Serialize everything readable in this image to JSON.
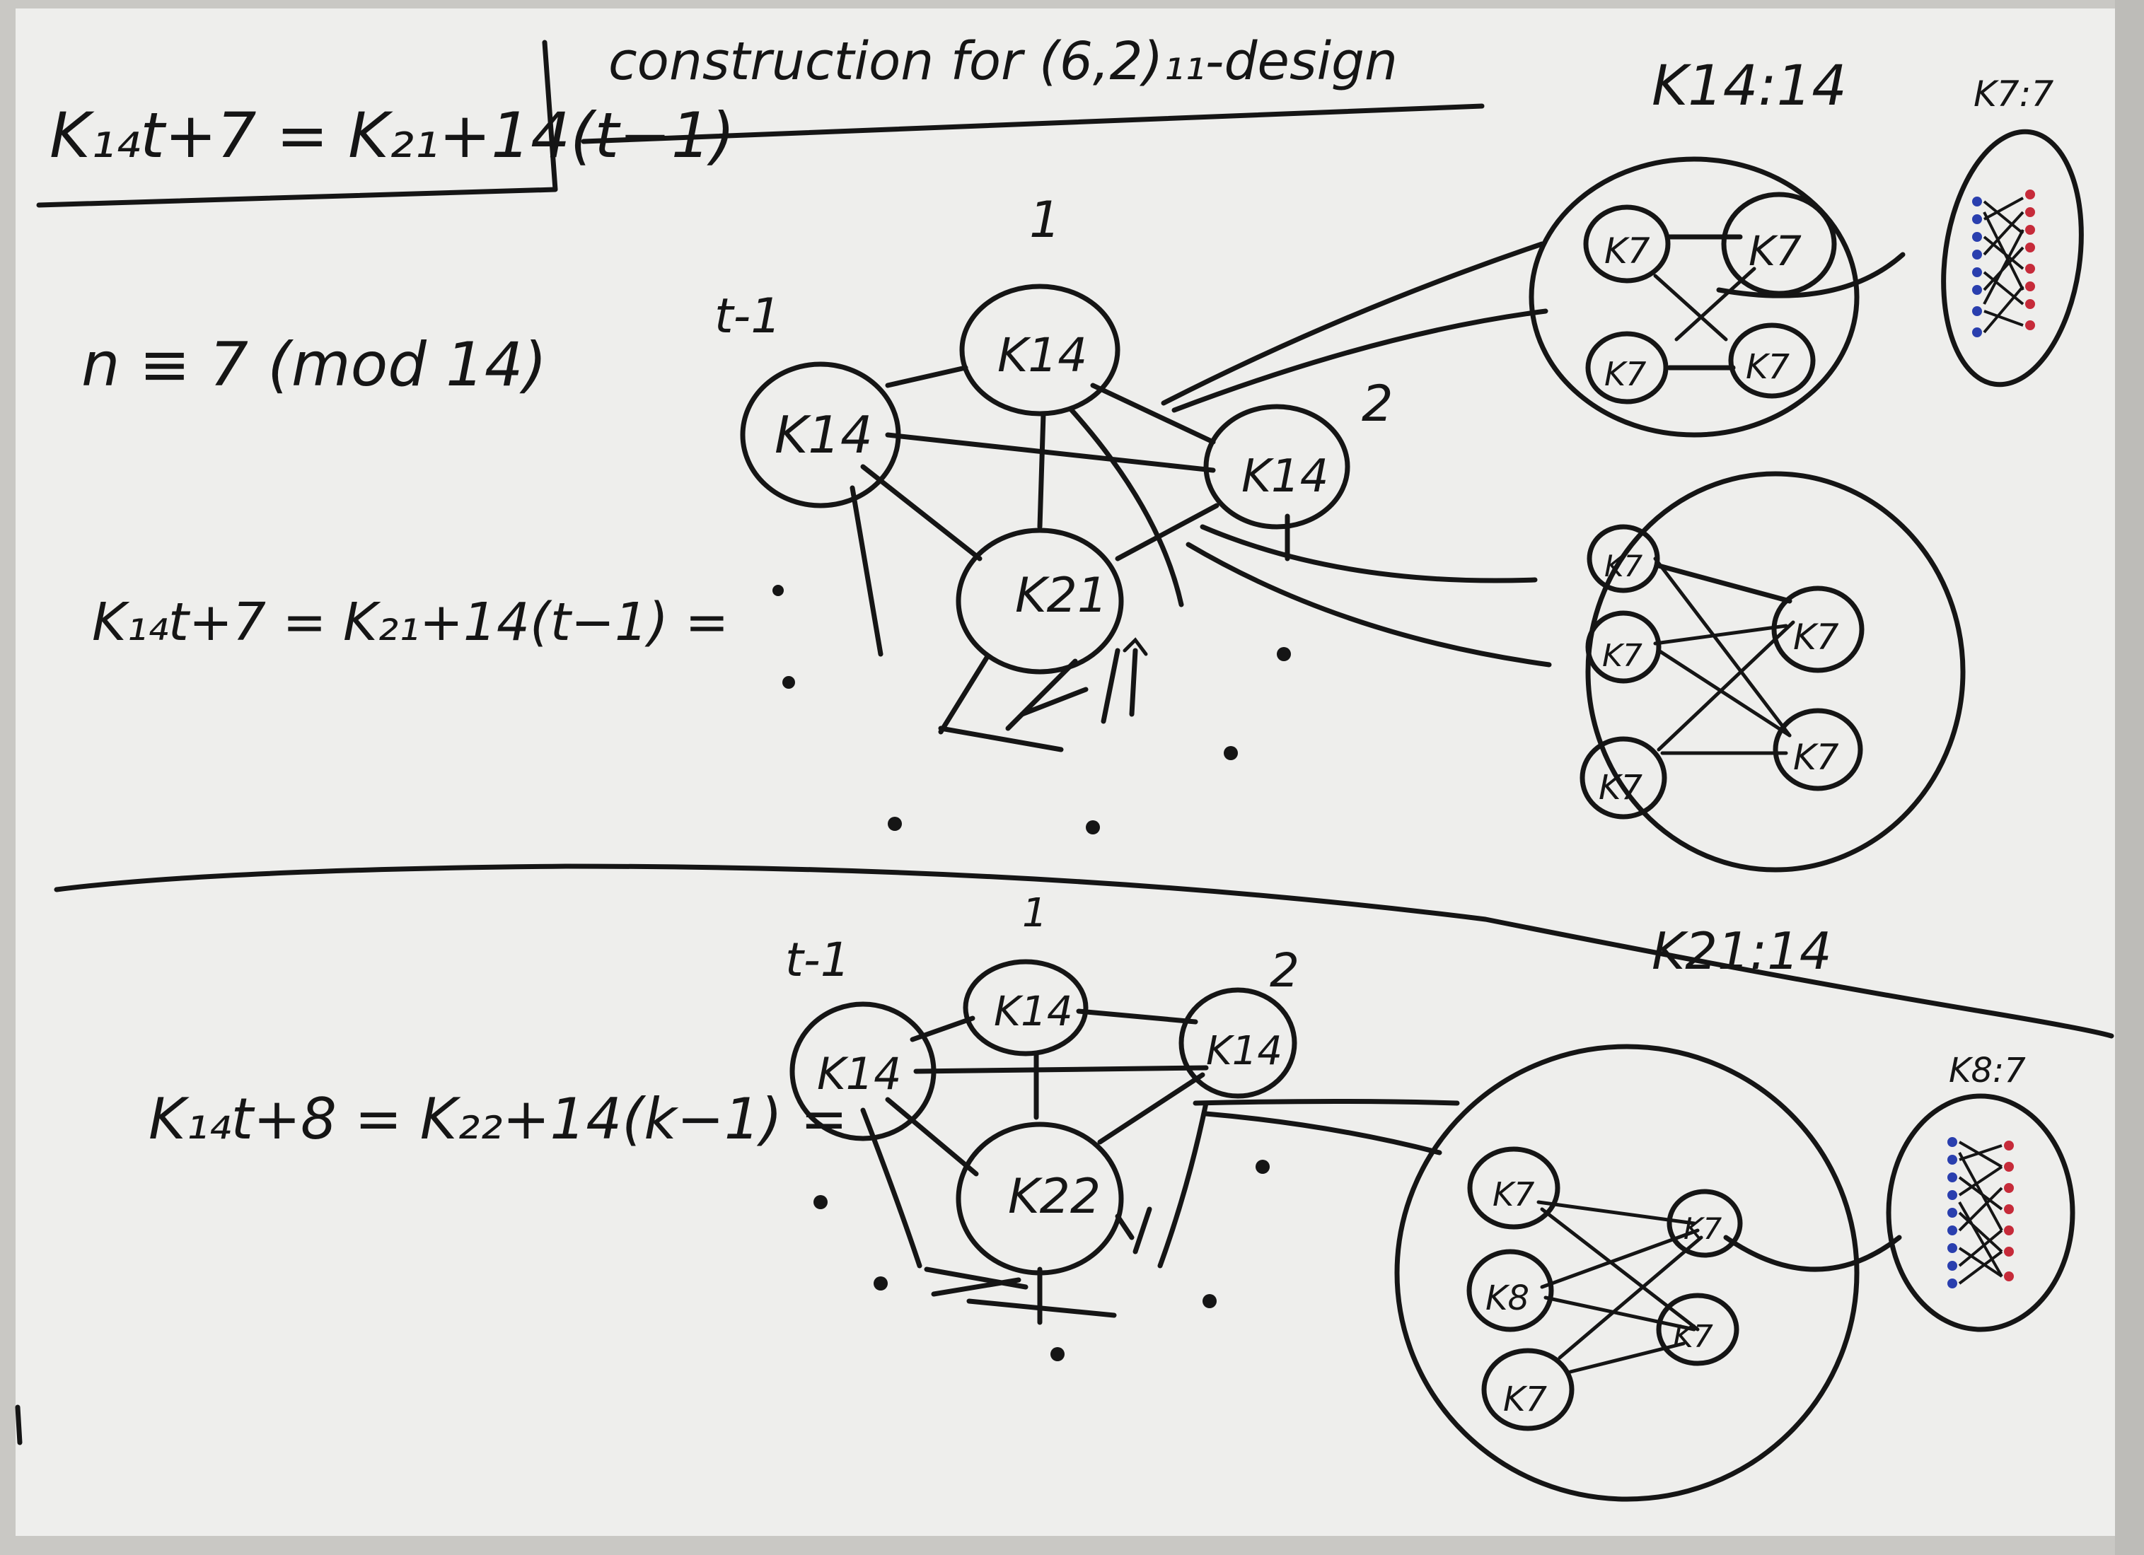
{
  "title": "construction for (6,2)₁₁-design",
  "colors": {
    "ink": "#151515",
    "board": "#eeeeec",
    "blue": "#2a3fae",
    "red": "#c62b3a"
  },
  "top": {
    "formula_box": "K₁₄t+7 = K₂₁+14(t−1)",
    "congruence": "n ≡ 7 (mod 14)",
    "formula_eq": "K₁₄t+7 = K₂₁+14(t−1) =",
    "labels": {
      "one": "1",
      "two": "2",
      "t_minus_1": "t-1"
    },
    "nodes": {
      "k14_a": "K14",
      "k14_b": "K14",
      "k14_c": "K14",
      "k21": "K21"
    },
    "k14_14_label": "K14:14",
    "k7_7_label": "K7:7",
    "k21_14_label": "K21:14",
    "cluster1": [
      "K7",
      "K7",
      "K7",
      "K7"
    ],
    "cluster2": [
      "K7",
      "K7",
      "K7",
      "K7",
      "K7"
    ]
  },
  "bottom": {
    "formula": "K₁₄t+8 = K₂₂+14(k−1) =",
    "labels": {
      "one": "1",
      "two": "2",
      "t_minus_1": "t-1"
    },
    "nodes": {
      "k14_a": "K14",
      "k14_b": "K14",
      "k14_c": "K14",
      "k22": "K22"
    },
    "k8_7_label": "K8:7",
    "cluster": [
      "K7",
      "K8",
      "K7",
      "K7",
      "K7"
    ]
  }
}
